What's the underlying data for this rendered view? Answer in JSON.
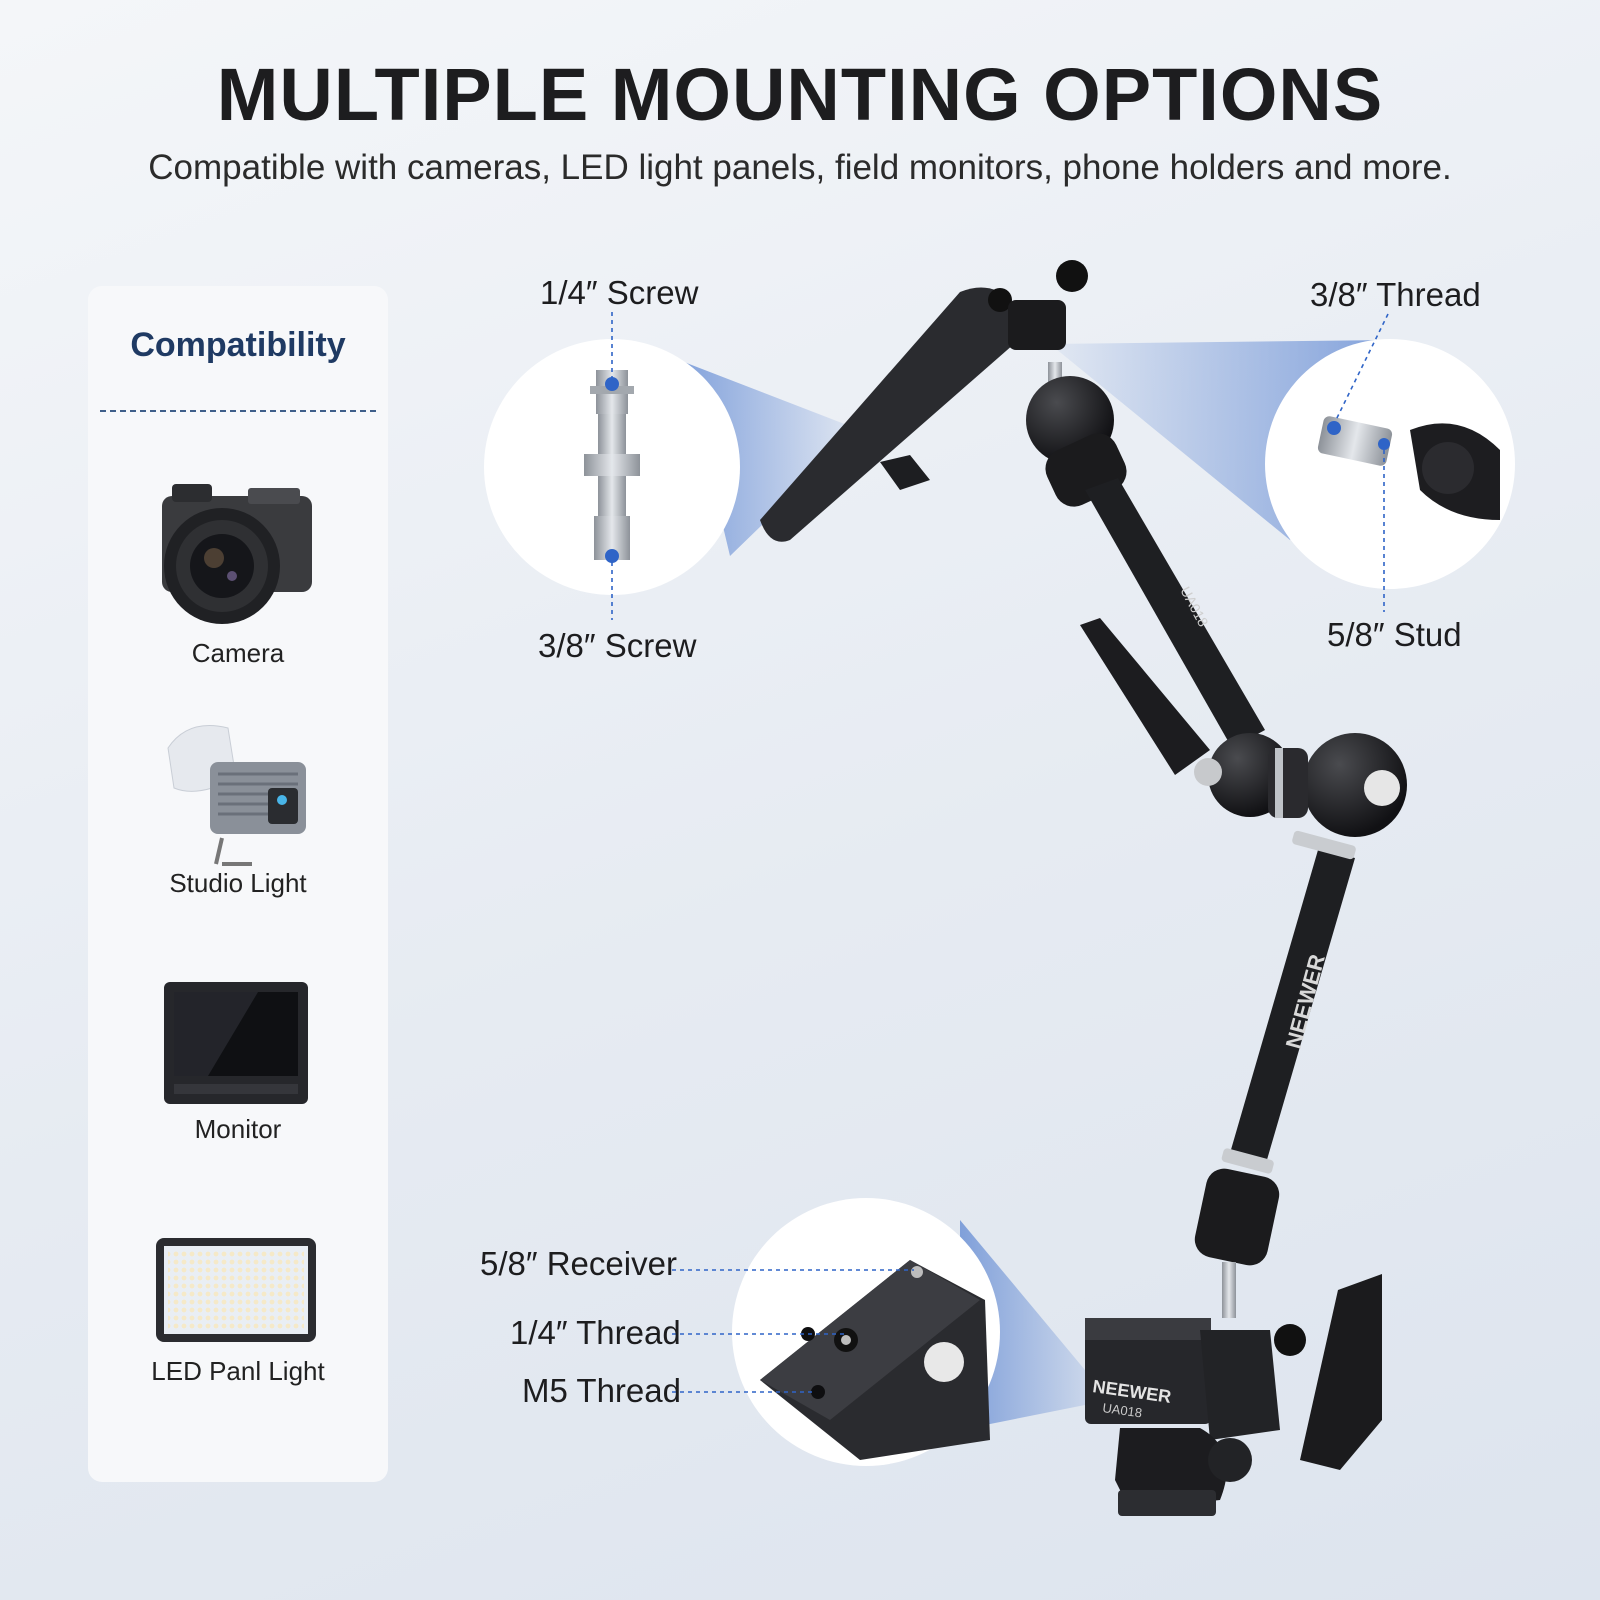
{
  "header": {
    "title": "MULTIPLE MOUNTING OPTIONS",
    "subtitle": "Compatible with cameras, LED light panels, field monitors, phone holders and more."
  },
  "compatibility": {
    "title": "Compatibility",
    "items": [
      {
        "label": "Camera",
        "icon": "camera-icon"
      },
      {
        "label": "Studio Light",
        "icon": "studio-light-icon"
      },
      {
        "label": "Monitor",
        "icon": "monitor-icon"
      },
      {
        "label": "LED Panl Light",
        "icon": "led-panel-icon"
      }
    ]
  },
  "callouts": {
    "screw_quarter": "1/4″ Screw",
    "screw_three_eighths": "3/8″ Screw",
    "thread_three_eighths": "3/8″ Thread",
    "stud_five_eighths": "5/8″ Stud",
    "receiver_five_eighths": "5/8″ Receiver",
    "thread_quarter": "1/4″ Thread",
    "thread_m5": "M5 Thread"
  },
  "product": {
    "brand": "NEEWER",
    "model": "UA018"
  },
  "colors": {
    "accent_blue": "#2f64c7",
    "arm_black": "#1b1b1d",
    "panel_title": "#1f3a63"
  }
}
